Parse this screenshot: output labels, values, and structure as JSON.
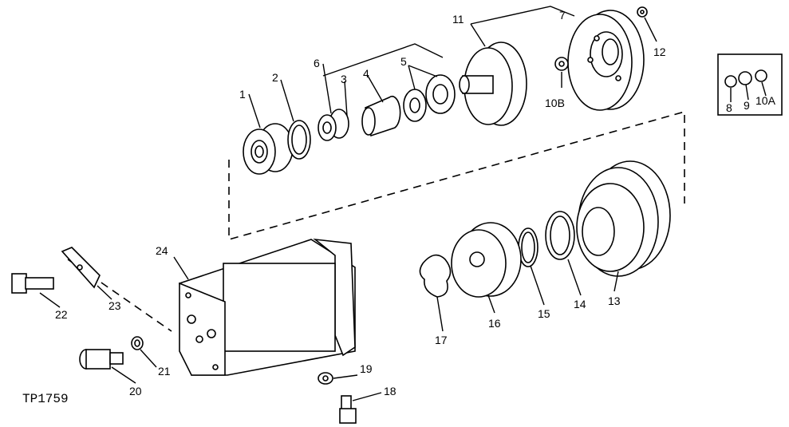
{
  "figure_id": "TP1759",
  "callouts": {
    "p1": "1",
    "p2": "2",
    "p3": "3",
    "p4": "4",
    "p5": "5",
    "p6": "6",
    "p7": "7",
    "p8": "8",
    "p9": "9",
    "p10a": "10A",
    "p10b": "10B",
    "p11": "11",
    "p12": "12",
    "p13": "13",
    "p14": "14",
    "p15": "15",
    "p16": "16",
    "p17": "17",
    "p18": "18",
    "p19": "19",
    "p20": "20",
    "p21": "21",
    "p22": "22",
    "p23": "23",
    "p24": "24"
  }
}
